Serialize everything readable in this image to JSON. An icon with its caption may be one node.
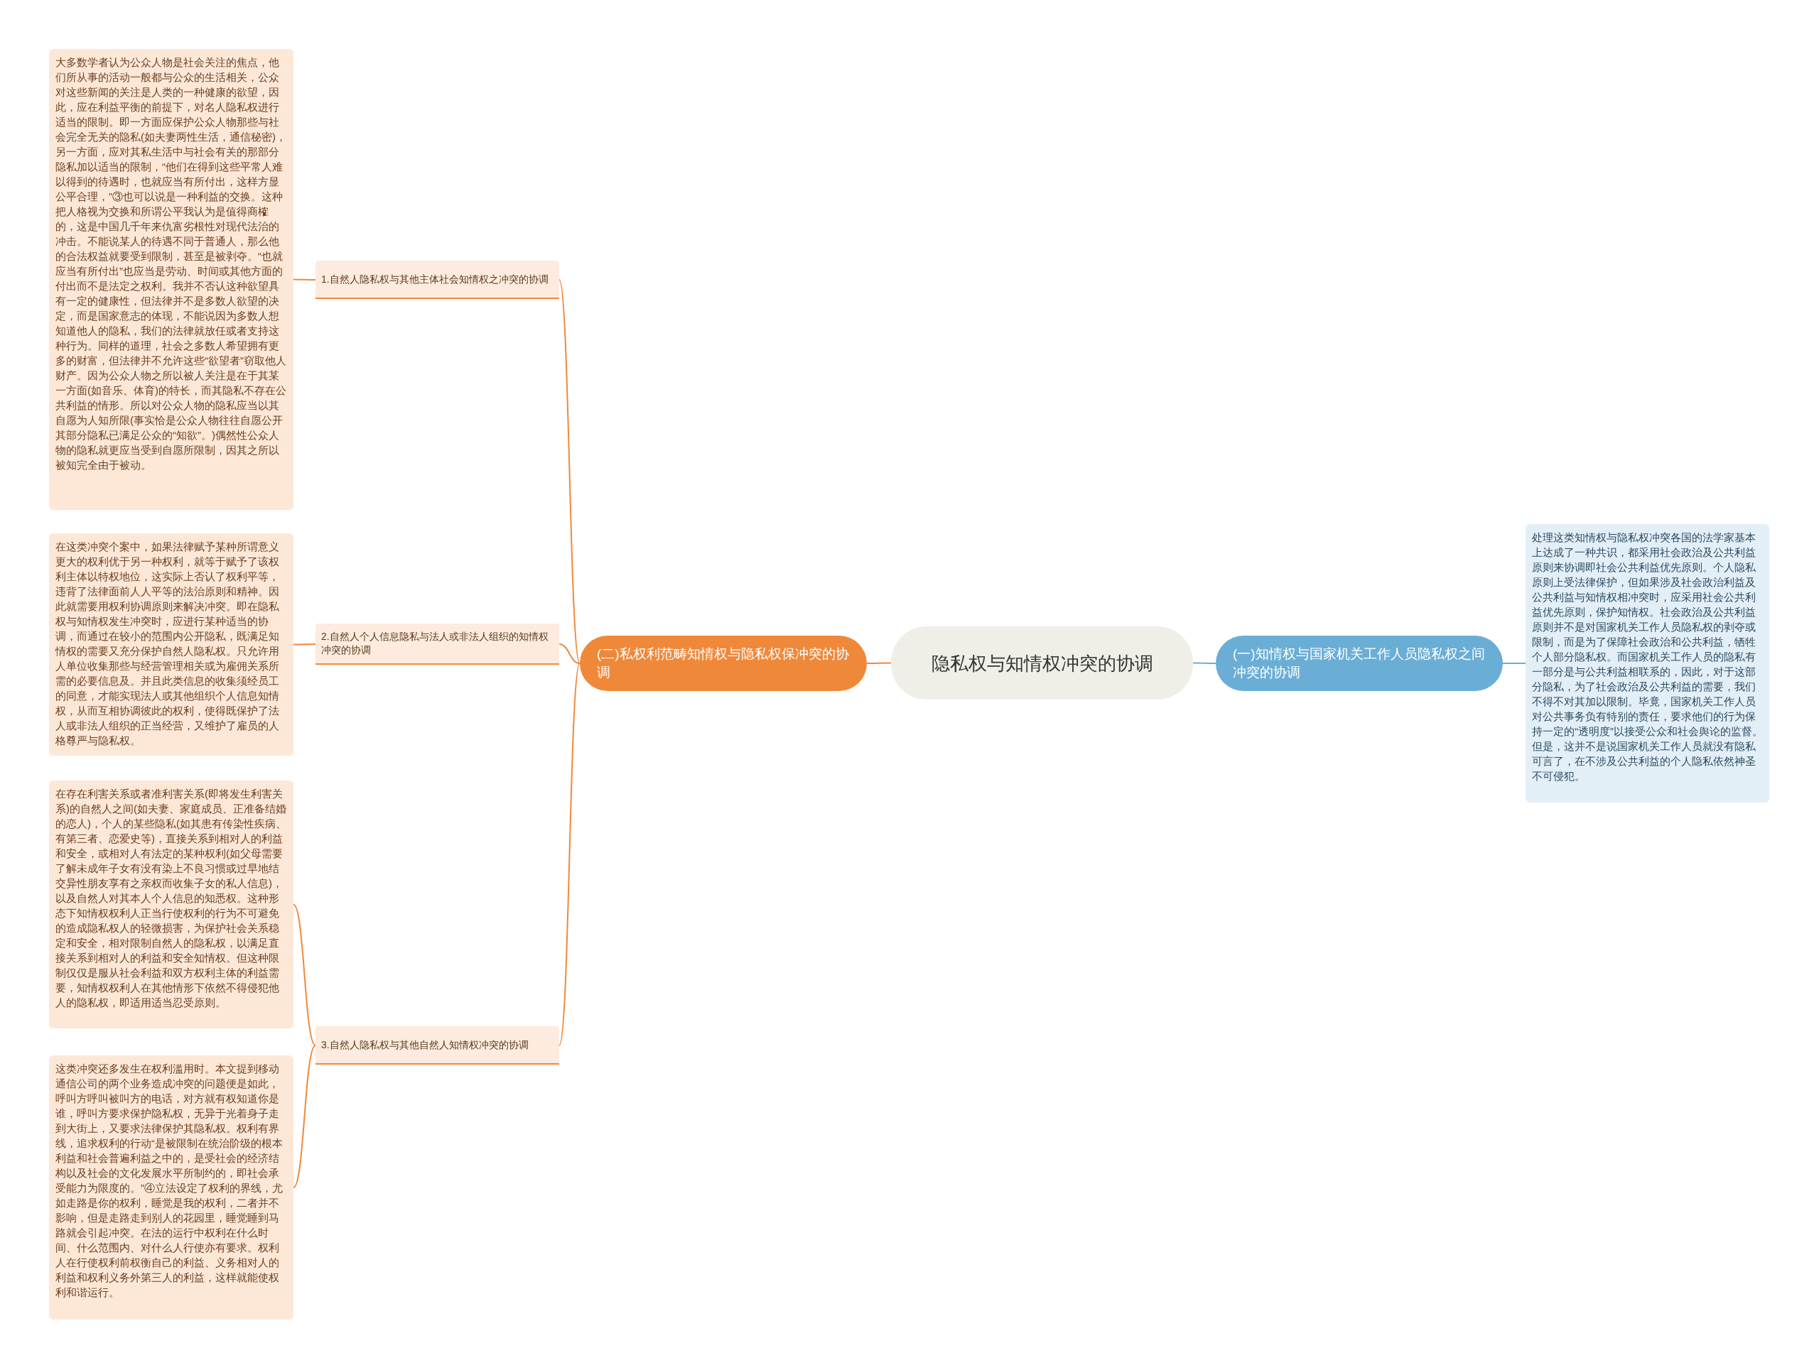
{
  "diagram": {
    "nodes": [
      {
        "text": [
          "隐私权与知情权冲突的协调"
        ]
      },
      {
        "text": [
          "(二)私权利范畴知情权与隐私权保冲突的协调"
        ]
      },
      {
        "text": [
          "1.自然人隐私权与其他主体社会知情权之冲突的协调"
        ]
      },
      {
        "text": [
          "大多数学者认为公众人物是社会关注的焦点，他们所从事的活动一般都与公众的生活相关，公众对这些新闻的关注是人类的一种健康的欲望，因此，应在利益平衡的前提下，对名人隐私权进行适当的限制。即一方面应保护公众人物那些与社会完全无关的隐私(如夫妻两性生活，通信秘密)，另一方面，应对其私生活中与社会有关的那部分隐私加以适当的限制，“他们在得到这些平常人难以得到的待遇时，也就应当有所付出，这样方显公平合理，”③也可以说是一种利益的交换。这种把人格视为交换和所谓公平我认为是值得商榷的，这是中国几千年来仇富劣根性对现代法治的冲击。不能说某人的待遇不同于普通人，那么他的合法权益就要受到限制，甚至是被剥夺。“也就应当有所付出”也应当是劳动、时间或其他方面的付出而不是法定之权利。我并不否认这种欲望具有一定的健康性，但法律并不是多数人欲望的决定，而是国家意志的体现，不能说因为多数人想知道他人的隐私，我们的法律就放任或者支持这种行为。同样的道理，社会之多数人希望拥有更多的财富，但法律并不允许这些“欲望者”窃取他人财产。因为公众人物之所以被人关注是在于其某一方面(如音乐、体育)的特长，而其隐私不存在公共利益的情形。所以对公众人物的隐私应当以其自愿为人知所限(事实恰是公众人物往往自愿公开其部分隐私已满足公众的“知欲”。)偶然性公众人物的隐私就更应当受到自愿所限制，因其之所以被知完全由于被动。"
        ]
      },
      {
        "text": [
          "2.自然人个人信息隐私与法人或非法人组织的知情权冲突的协调"
        ]
      },
      {
        "text": [
          "在这类冲突个案中，如果法律赋予某种所谓意义更大的权利优于另一种权利，就等于赋予了该权利主体以特权地位，这实际上否认了权利平等，违背了法律面前人人平等的法治原则和精神。因此就需要用权利协调原则来解决冲突。即在隐私权与知情权发生冲突时，应进行某种适当的协调，而通过在较小的范围内公开隐私，既满足知情权的需要又充分保护自然人隐私权。只允许用人单位收集那些与经营管理相关或为雇佣关系所需的必要信息及。并且此类信息的收集须经员工的同意，才能实现法人或其他组织个人信息知情权，从而互相协调彼此的权利，使得既保护了法人或非法人组织的正当经营，又维护了雇员的人格尊严与隐私权。"
        ]
      },
      {
        "text": [
          "3.自然人隐私权与其他自然人知情权冲突的协调"
        ]
      },
      {
        "text": [
          "在存在利害关系或者准利害关系(即将发生利害关系)的自然人之间(如夫妻、家庭成员、正准备结婚的恋人)，个人的某些隐私(如其患有传染性疾病、有第三者、恋爱史等)，直接关系到相对人的利益和安全，或相对人有法定的某种权利(如父母需要了解未成年子女有没有染上不良习惯或过早地结交异性朋友享有之亲权而收集子女的私人信息)，以及自然人对其本人个人信息的知悉权。这种形态下知情权权利人正当行使权利的行为不可避免的造成隐私权人的轻微损害，为保护社会关系稳定和安全，相对限制自然人的隐私权，以满足直接关系到相对人的利益和安全知情权。但这种限制仅仅是服从社会利益和双方权利主体的利益需要，知情权权利人在其他情形下依然不得侵犯他人的隐私权，即适用适当忍受原则。"
        ]
      },
      {
        "text": [
          "这类冲突还多发生在权利滥用时。本文提到移动通信公司的两个业务造成冲突的问题便是如此，呼叫方呼叫被叫方的电话，对方就有权知道你是谁，呼叫方要求保护隐私权，无异于光着身子走到大街上，又要求法律保护其隐私权。权利有界线，追求权利的行动“是被限制在统治阶级的根本利益和社会普遍利益之中的，是受社会的经济结构以及社会的文化发展水平所制约的，即社会承受能力为限度的。”④立法设定了权利的界线，尤如走路是你的权利，睡觉是我的权利，二者并不影响，但是走路走到别人的花园里，睡觉睡到马路就会引起冲突。在法的运行中权利在什么时间、什么范围内、对什么人行使亦有要求。权利人在行使权利前权衡自己的利益、义务相对人的利益和权利义务外第三人的利益，这样就能使权利和谐运行。"
        ]
      },
      {
        "text": [
          "(一)知情权与国家机关工作人员隐私权之间冲突的协调"
        ]
      },
      {
        "text": [
          "处理这类知情权与隐私权冲突各国的法学家基本上达成了一种共识，都采用社会政治及公共利益原则来协调即社会公共利益优先原则。个人隐私原则上受法律保护，但如果涉及社会政治利益及公共利益与知情权相冲突时，应采用社会公共利益优先原则，保护知情权。社会政治及公共利益原则并不是对国家机关工作人员隐私权的剥夺或限制，而是为了保障社会政治和公共利益，牺牲个人部分隐私权。而国家机关工作人员的隐私有一部分是与公共利益相联系的，因此，对于这部分隐私，为了社会政治及公共利益的需要，我们不得不对其加以限制。毕竟，国家机关工作人员对公共事务负有特别的责任，要求他们的行为保持一定的“透明度”以接受公众和社会舆论的监督。但是，这并不是说国家机关工作人员就没有隐私可言了，在不涉及公共利益的个人隐私依然神圣不可侵犯。"
        ]
      }
    ],
    "edges": [
      {
        "from": 0,
        "to": 1,
        "arrow": "none"
      },
      {
        "from": 1,
        "to": 2,
        "arrow": "none"
      },
      {
        "from": 2,
        "to": 3,
        "arrow": "none"
      },
      {
        "from": 1,
        "to": 4,
        "arrow": "none"
      },
      {
        "from": 4,
        "to": 5,
        "arrow": "none"
      },
      {
        "from": 1,
        "to": 6,
        "arrow": "none"
      },
      {
        "from": 6,
        "to": 7,
        "arrow": "none"
      },
      {
        "from": 6,
        "to": 8,
        "arrow": "none"
      },
      {
        "from": 0,
        "to": 9,
        "arrow": "none",
        "color": "#6aaed6"
      },
      {
        "from": 9,
        "to": 10,
        "arrow": "none",
        "color": "#6aaed6"
      }
    ]
  }
}
